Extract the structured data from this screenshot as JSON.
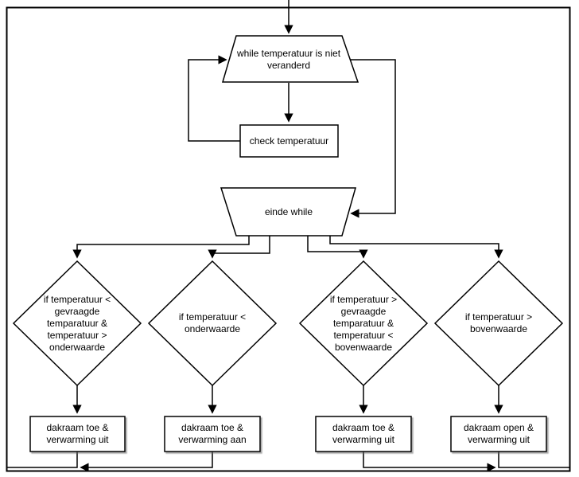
{
  "diagram": {
    "type": "flowchart",
    "language": "nl",
    "colors": {
      "stroke": "#000000",
      "shape_fill": "#ffffff",
      "text": "#000000",
      "background": "#ffffff",
      "shadow": "#666666"
    },
    "loop": {
      "while_label": "while temperatuur is niet\nveranderd",
      "body_label": "check temperatuur",
      "end_label": "einde while"
    },
    "decisions": [
      {
        "label": "if temperatuur <\ngevraagde\ntemparatuur &\ntemperatuur >\nonderwaarde"
      },
      {
        "label": "if temperatuur <\nonderwaarde"
      },
      {
        "label": "if temperatuur >\ngevraagde\ntemparatuur &\ntemperatuur <\nbovenwaarde"
      },
      {
        "label": "if temperatuur >\nbovenwaarde"
      }
    ],
    "actions": [
      {
        "label": "dakraam toe &\nverwarming uit"
      },
      {
        "label": "dakraam toe &\nverwarming aan"
      },
      {
        "label": "dakraam toe &\nverwarming uit"
      },
      {
        "label": "dakraam open &\nverwarming uit"
      }
    ]
  }
}
